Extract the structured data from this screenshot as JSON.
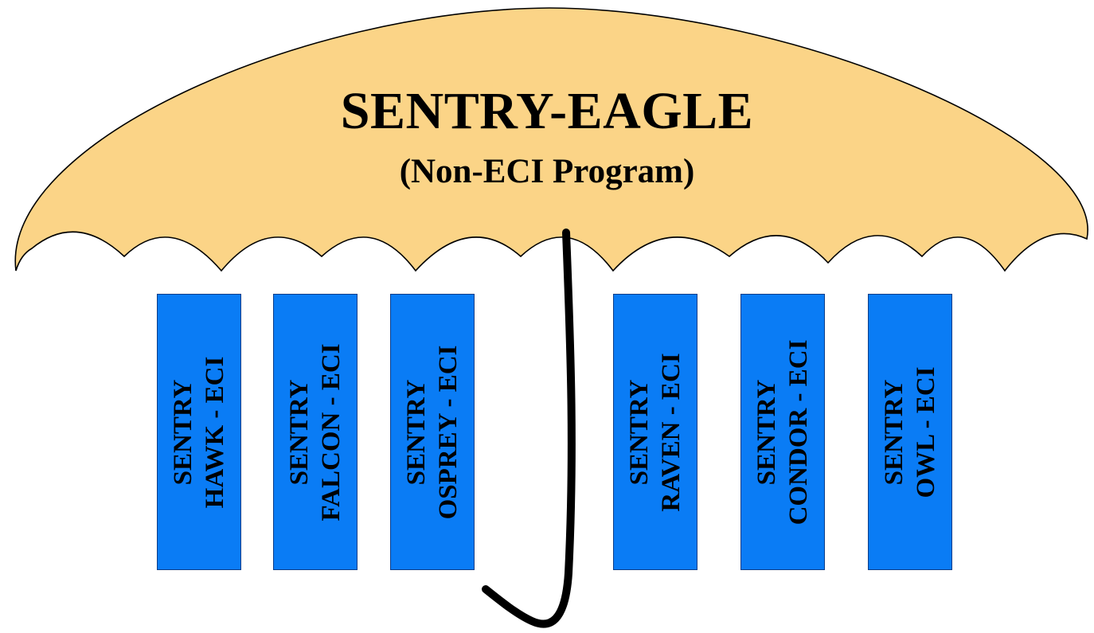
{
  "umbrella": {
    "title": "SENTRY-EAGLE",
    "subtitle": "(Non-ECI Program)",
    "fill_color": "#fbd487",
    "outline_color": "#000000"
  },
  "handle": {
    "color": "#000000"
  },
  "programs": [
    {
      "line1": "SENTRY",
      "line2": "HAWK - ECI"
    },
    {
      "line1": "SENTRY",
      "line2": "FALCON - ECI"
    },
    {
      "line1": "SENTRY",
      "line2": "OSPREY - ECI"
    },
    {
      "line1": "SENTRY",
      "line2": "RAVEN - ECI"
    },
    {
      "line1": "SENTRY",
      "line2": "CONDOR - ECI"
    },
    {
      "line1": "SENTRY",
      "line2": "OWL - ECI"
    }
  ],
  "box_color": "#0a7cf5"
}
